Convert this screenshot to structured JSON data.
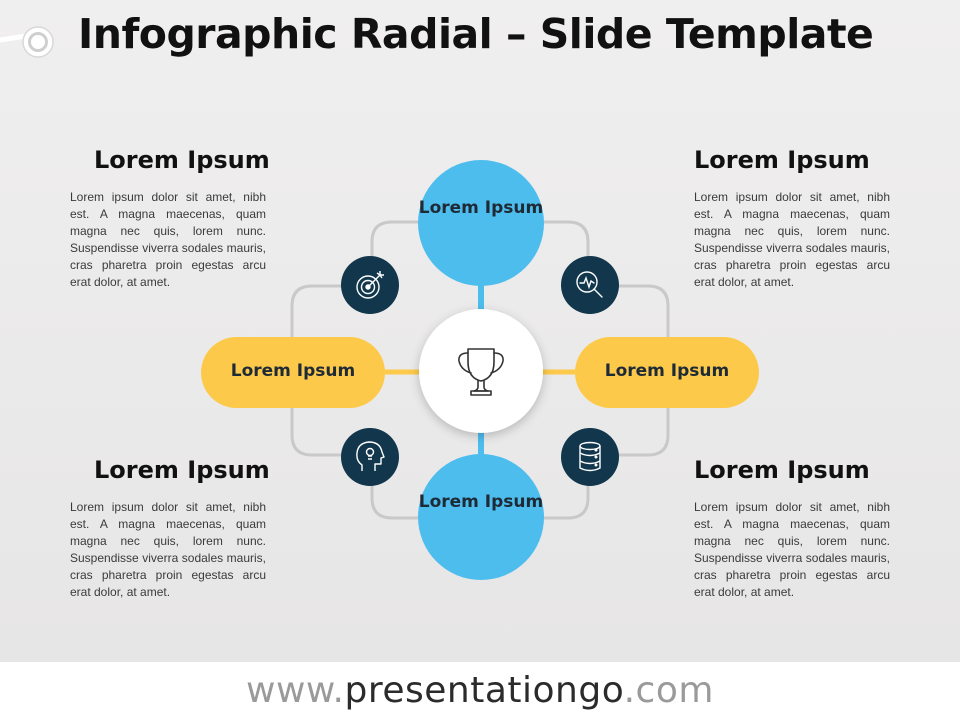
{
  "title": "Infographic Radial – Slide Template",
  "colors": {
    "blue": "#4dbdee",
    "yellow": "#fdc94a",
    "navy": "#12374d",
    "connector": "#c9c9c9",
    "center": "#ffffff"
  },
  "center": {
    "icon": "trophy-icon"
  },
  "nodes": {
    "top": {
      "label": "Lorem Ipsum"
    },
    "bottom": {
      "label": "Lorem Ipsum"
    },
    "left": {
      "label": "Lorem Ipsum"
    },
    "right": {
      "label": "Lorem Ipsum"
    }
  },
  "icons": {
    "top_left": "target-icon",
    "top_right": "magnifier-pulse-icon",
    "bottom_left": "head-idea-icon",
    "bottom_right": "database-icon"
  },
  "text_blocks": {
    "top_left": {
      "heading": "Lorem Ipsum",
      "body": "Lorem ipsum dolor sit amet, nibh est. A magna maecenas, quam magna nec quis, lorem nunc. Suspendisse viverra sodales mauris, cras pharetra proin egestas arcu erat dolor, at amet."
    },
    "top_right": {
      "heading": "Lorem Ipsum",
      "body": "Lorem ipsum dolor sit amet, nibh est. A magna maecenas, quam magna nec quis, lorem nunc. Suspendisse viverra sodales mauris, cras pharetra proin egestas arcu erat dolor, at amet."
    },
    "bottom_left": {
      "heading": "Lorem Ipsum",
      "body": "Lorem ipsum dolor sit amet, nibh est. A magna maecenas, quam magna nec quis, lorem nunc. Suspendisse viverra sodales mauris, cras pharetra proin egestas arcu erat dolor, at amet."
    },
    "bottom_right": {
      "heading": "Lorem Ipsum",
      "body": "Lorem ipsum dolor sit amet, nibh est. A magna maecenas, quam magna nec quis, lorem nunc. Suspendisse viverra sodales mauris, cras pharetra proin egestas arcu erat dolor, at amet."
    }
  },
  "footer": {
    "prefix": "www.",
    "brand": "presentationgo",
    "suffix": ".com"
  }
}
